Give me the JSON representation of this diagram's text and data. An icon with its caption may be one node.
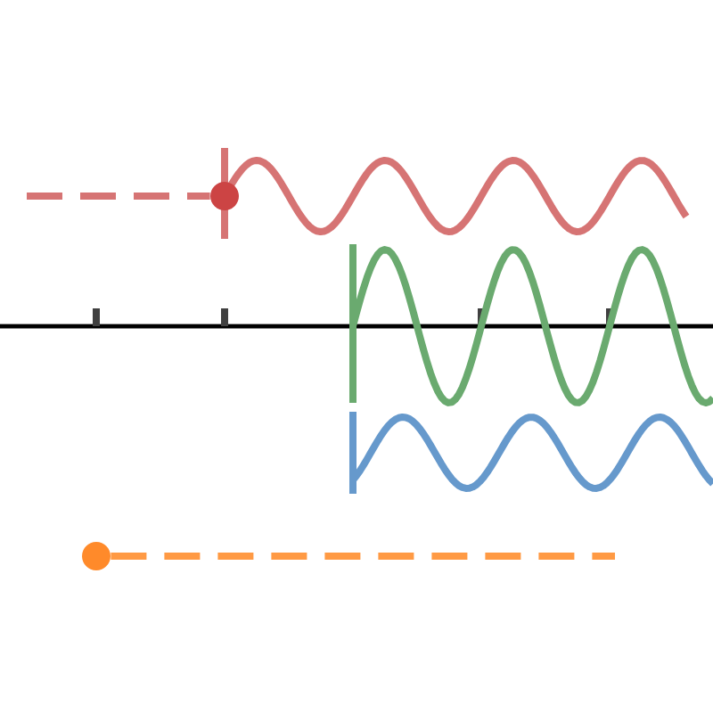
{
  "diagram": {
    "nodes": [
      {
        "text": [],
        "shape": "circle"
      },
      {
        "text": [],
        "shape": "circle"
      }
    ],
    "edges": [
      {
        "from": null,
        "to": 0,
        "arrow": "none",
        "style": "dashed",
        "color": "#d67474"
      },
      {
        "from": 1,
        "to": null,
        "arrow": "none",
        "style": "dashed",
        "color": "#ff9a44"
      }
    ]
  }
}
